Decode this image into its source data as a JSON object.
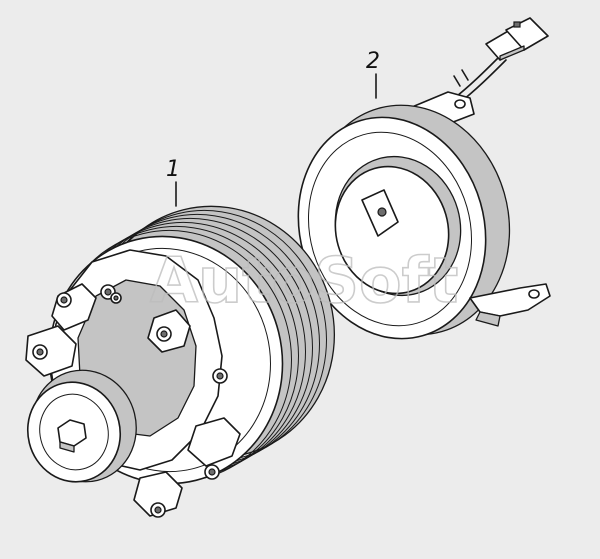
{
  "callouts": [
    {
      "id": "1",
      "label": "1"
    },
    {
      "id": "2",
      "label": "2"
    }
  ],
  "watermark": "AutoSoft",
  "colors": {
    "background": "#ececec",
    "line": "#1a1a1a",
    "shade": "#c4c4c4",
    "watermark": "#bcbcbc"
  }
}
